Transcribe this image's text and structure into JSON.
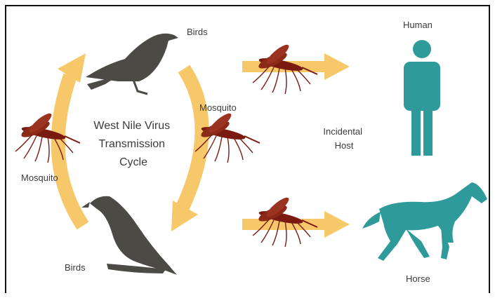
{
  "diagram": {
    "title_lines": [
      "West Nile Virus",
      "Transmission",
      "Cycle"
    ],
    "labels": {
      "birds_top": "Birds",
      "birds_bottom": "Birds",
      "mosquito_right": "Mosquito",
      "mosquito_left": "Mosquito",
      "human": "Human",
      "horse": "Horse",
      "incidental_host_lines": [
        "Incidental",
        "Host"
      ]
    },
    "icons": {
      "bird": "crow-silhouette-icon",
      "mosquito": "mosquito-icon",
      "human": "person-icon",
      "horse": "horse-icon",
      "arrow": "arrow-right-icon"
    },
    "colors": {
      "arrow": "#f6c86a",
      "bird": "#4b4a45",
      "mosquito": "#7a1a10",
      "host": "#2e9a9a",
      "text": "#3b3b3b"
    }
  }
}
